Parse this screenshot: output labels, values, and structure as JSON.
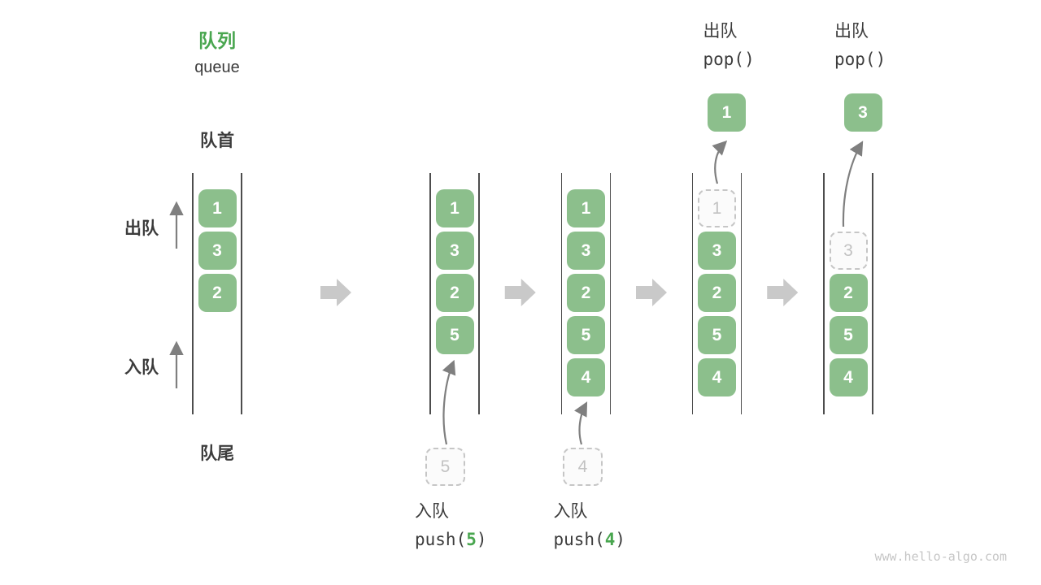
{
  "page": {
    "watermark": "www.hello-algo.com"
  },
  "title": {
    "zh": "队列",
    "en": "queue"
  },
  "side_labels": {
    "front": "队首",
    "rear": "队尾",
    "dequeue": "出队",
    "enqueue": "入队"
  },
  "colors": {
    "accent_green": "#49a64f",
    "box_green": "#8cbf8c",
    "box_text": "#ffffff",
    "dark_text": "#3c3c3c",
    "wall": "#4d4d4d",
    "thin_arrow": "#7f7f7f",
    "block_arrow": "#c9c9c9",
    "dashed_border": "#c6c6c6",
    "dashed_text": "#c2c2c2",
    "watermark": "#c6c6c6"
  },
  "queue_states": [
    {
      "name": "state-1-initial",
      "slots": [
        {
          "v": "1",
          "kind": "solid"
        },
        {
          "v": "3",
          "kind": "solid"
        },
        {
          "v": "2",
          "kind": "solid"
        }
      ]
    },
    {
      "name": "state-2-push-5",
      "slots": [
        {
          "v": "1",
          "kind": "solid"
        },
        {
          "v": "3",
          "kind": "solid"
        },
        {
          "v": "2",
          "kind": "solid"
        },
        {
          "v": "5",
          "kind": "solid"
        }
      ],
      "incoming": "5",
      "op_bottom": {
        "title": "入队",
        "code_pre": "push(",
        "code_arg": "5",
        "code_post": ")"
      }
    },
    {
      "name": "state-3-push-4",
      "slots": [
        {
          "v": "1",
          "kind": "solid"
        },
        {
          "v": "3",
          "kind": "solid"
        },
        {
          "v": "2",
          "kind": "solid"
        },
        {
          "v": "5",
          "kind": "solid"
        },
        {
          "v": "4",
          "kind": "solid"
        }
      ],
      "incoming": "4",
      "op_bottom": {
        "title": "入队",
        "code_pre": "push(",
        "code_arg": "4",
        "code_post": ")"
      }
    },
    {
      "name": "state-4-pop-1",
      "slots": [
        {
          "v": "1",
          "kind": "dashed"
        },
        {
          "v": "3",
          "kind": "solid"
        },
        {
          "v": "2",
          "kind": "solid"
        },
        {
          "v": "5",
          "kind": "solid"
        },
        {
          "v": "4",
          "kind": "solid"
        }
      ],
      "popped": "1",
      "op_top": {
        "title": "出队",
        "code": "pop()"
      }
    },
    {
      "name": "state-5-pop-3",
      "slots": [
        {
          "kind": "empty"
        },
        {
          "v": "3",
          "kind": "dashed"
        },
        {
          "v": "2",
          "kind": "solid"
        },
        {
          "v": "5",
          "kind": "solid"
        },
        {
          "v": "4",
          "kind": "solid"
        }
      ],
      "popped": "3",
      "op_top": {
        "title": "出队",
        "code": "pop()"
      }
    }
  ]
}
